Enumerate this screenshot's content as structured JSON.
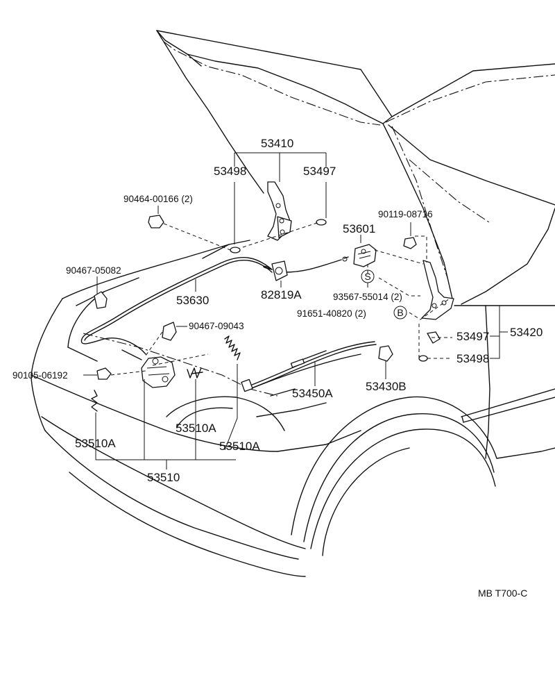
{
  "diagram": {
    "labels": {
      "p53410": "53410",
      "p53498_top": "53498",
      "p53497_top": "53497",
      "p90464": "90464-00166 (2)",
      "p90119": "90119-08716",
      "p53601": "53601",
      "p90467_05082": "90467-05082",
      "p53630": "53630",
      "p82819A": "82819A",
      "p93567": "93567-55014 (2)",
      "p91651": "91651-40820 (2)",
      "p90467_09043": "90467-09043",
      "p53497_right": "53497",
      "p53420": "53420",
      "p53498_right": "53498",
      "p90105": "90105-06192",
      "p53430B": "53430B",
      "p53450A": "53450A",
      "p53510A_mid": "53510A",
      "p53510A_left": "53510A",
      "p53510A_right": "53510A",
      "p53510": "53510",
      "circ_S": "S",
      "circ_B": "B",
      "code": "MB  T700-C"
    },
    "icons": [
      "hood-outline",
      "hinge-icon",
      "latch-icon",
      "cable-icon",
      "bolt-icon",
      "clip-icon",
      "spring-icon",
      "bumper-cushion-icon"
    ]
  }
}
